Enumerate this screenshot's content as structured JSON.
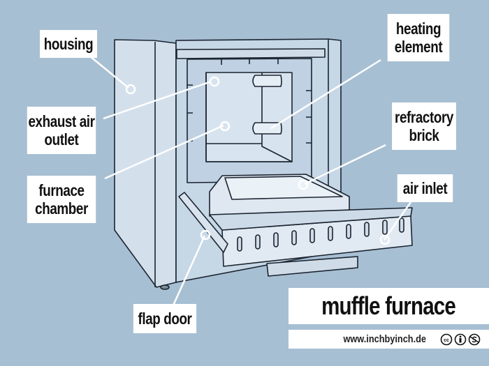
{
  "diagram": {
    "subject": "muffle furnace illustration",
    "background_color": "#a7bfd3",
    "label_box_color": "#ffffff",
    "leader_line_color": "#ffffff"
  },
  "labels": {
    "housing": [
      "housing"
    ],
    "exhaust_air_outlet": [
      "exhaust air",
      "outlet"
    ],
    "furnace_chamber": [
      "furnace",
      "chamber"
    ],
    "heating_element": [
      "heating",
      "element"
    ],
    "refractory_brick": [
      "refractory",
      "brick"
    ],
    "air_inlet": [
      "air inlet"
    ],
    "flap_door": [
      "flap door"
    ]
  },
  "title": "muffle furnace",
  "credit": {
    "url": "www.inchbyinch.de",
    "license_icons": [
      "cc-icon",
      "by-attribution-icon",
      "nc-noncommercial-icon"
    ]
  }
}
